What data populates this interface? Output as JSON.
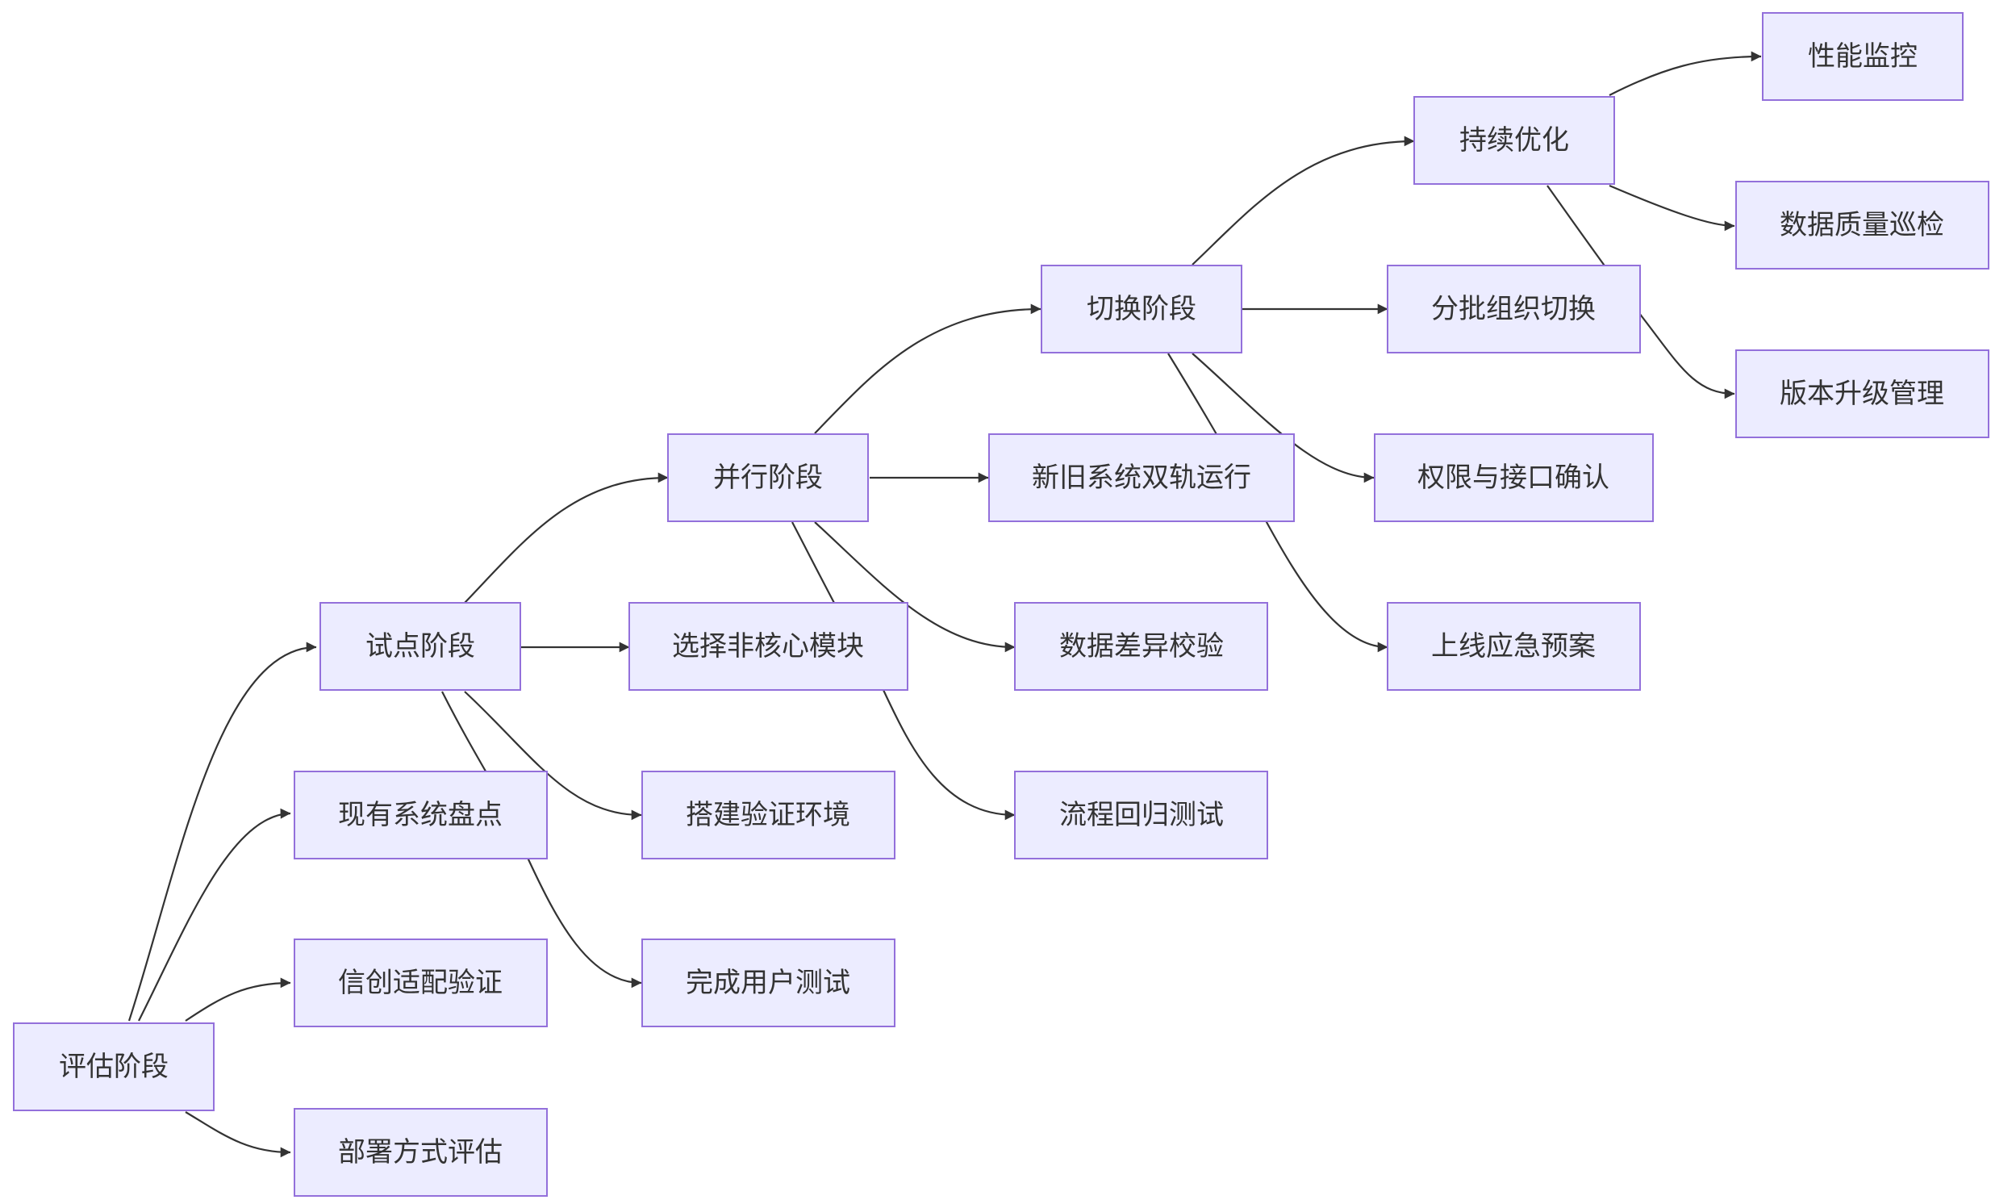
{
  "diagram": {
    "type": "flowchart",
    "colors": {
      "node_fill": "#ECECFF",
      "node_border": "#9370DB",
      "text": "#333333",
      "edge": "#333333"
    },
    "nodes": {
      "assess": "评估阶段",
      "inventory": "现有系统盘点",
      "xinchuang": "信创适配验证",
      "deploy": "部署方式评估",
      "pilot": "试点阶段",
      "select": "选择非核心模块",
      "env": "搭建验证环境",
      "usertest": "完成用户测试",
      "parallel": "并行阶段",
      "dualtrack": "新旧系统双轨运行",
      "diffcheck": "数据差异校验",
      "regression": "流程回归测试",
      "switch": "切换阶段",
      "batch": "分批组织切换",
      "perm": "权限与接口确认",
      "emergency": "上线应急预案",
      "optimize": "持续优化",
      "perf": "性能监控",
      "dq": "数据质量巡检",
      "upgrade": "版本升级管理"
    },
    "edges": [
      [
        "assess",
        "inventory"
      ],
      [
        "assess",
        "xinchuang"
      ],
      [
        "assess",
        "deploy"
      ],
      [
        "assess",
        "pilot"
      ],
      [
        "pilot",
        "select"
      ],
      [
        "pilot",
        "env"
      ],
      [
        "pilot",
        "usertest"
      ],
      [
        "pilot",
        "parallel"
      ],
      [
        "parallel",
        "dualtrack"
      ],
      [
        "parallel",
        "diffcheck"
      ],
      [
        "parallel",
        "regression"
      ],
      [
        "parallel",
        "switch"
      ],
      [
        "switch",
        "batch"
      ],
      [
        "switch",
        "perm"
      ],
      [
        "switch",
        "emergency"
      ],
      [
        "switch",
        "optimize"
      ],
      [
        "optimize",
        "perf"
      ],
      [
        "optimize",
        "dq"
      ],
      [
        "optimize",
        "upgrade"
      ]
    ]
  }
}
